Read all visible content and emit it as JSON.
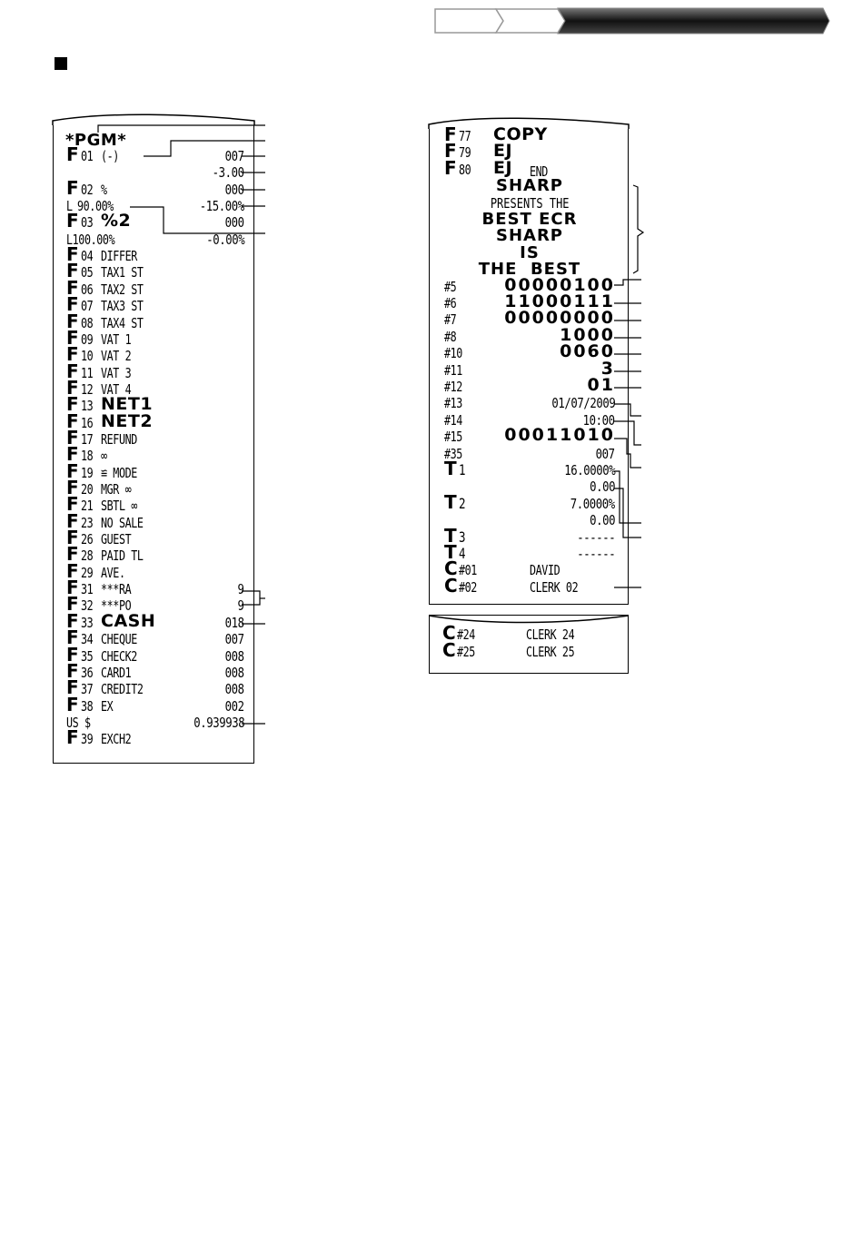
{
  "section_marker": "■",
  "left_receipt": {
    "header": "*PGM*",
    "rows": [
      {
        "key_letter": "F",
        "key_num": "01",
        "desc": "(-)",
        "bold": false,
        "value": "007"
      },
      {
        "key_letter": "",
        "key_num": "",
        "desc": "",
        "bold": false,
        "value": "-3.00"
      },
      {
        "key_letter": "F",
        "key_num": "02",
        "desc": "%",
        "bold": false,
        "value": "000"
      },
      {
        "key_letter": "",
        "key_num": "L",
        "desc": "90.00%",
        "bold": false,
        "value": "-15.00%"
      },
      {
        "key_letter": "F",
        "key_num": "03",
        "desc": "%2",
        "bold": true,
        "value": "000"
      },
      {
        "key_letter": "",
        "key_num": "L100.00%",
        "desc": "",
        "bold": false,
        "value": "-0.00%"
      },
      {
        "key_letter": "F",
        "key_num": "04",
        "desc": "DIFFER",
        "bold": false,
        "value": ""
      },
      {
        "key_letter": "F",
        "key_num": "05",
        "desc": "TAX1 ST",
        "bold": false,
        "value": ""
      },
      {
        "key_letter": "F",
        "key_num": "06",
        "desc": "TAX2 ST",
        "bold": false,
        "value": ""
      },
      {
        "key_letter": "F",
        "key_num": "07",
        "desc": "TAX3 ST",
        "bold": false,
        "value": ""
      },
      {
        "key_letter": "F",
        "key_num": "08",
        "desc": "TAX4 ST",
        "bold": false,
        "value": ""
      },
      {
        "key_letter": "F",
        "key_num": "09",
        "desc": "VAT 1",
        "bold": false,
        "value": ""
      },
      {
        "key_letter": "F",
        "key_num": "10",
        "desc": "VAT 2",
        "bold": false,
        "value": ""
      },
      {
        "key_letter": "F",
        "key_num": "11",
        "desc": "VAT 3",
        "bold": false,
        "value": ""
      },
      {
        "key_letter": "F",
        "key_num": "12",
        "desc": "VAT 4",
        "bold": false,
        "value": ""
      },
      {
        "key_letter": "F",
        "key_num": "13",
        "desc": "NET1",
        "bold": true,
        "value": ""
      },
      {
        "key_letter": "F",
        "key_num": "16",
        "desc": "NET2",
        "bold": true,
        "value": ""
      },
      {
        "key_letter": "F",
        "key_num": "17",
        "desc": "REFUND",
        "bold": false,
        "value": ""
      },
      {
        "key_letter": "F",
        "key_num": "18",
        "desc": "∞",
        "bold": false,
        "value": ""
      },
      {
        "key_letter": "F",
        "key_num": "19",
        "desc": "≌ MODE",
        "bold": false,
        "value": ""
      },
      {
        "key_letter": "F",
        "key_num": "20",
        "desc": "MGR ∞",
        "bold": false,
        "value": ""
      },
      {
        "key_letter": "F",
        "key_num": "21",
        "desc": "SBTL ∞",
        "bold": false,
        "value": ""
      },
      {
        "key_letter": "F",
        "key_num": "23",
        "desc": "NO SALE",
        "bold": false,
        "value": ""
      },
      {
        "key_letter": "F",
        "key_num": "26",
        "desc": "GUEST",
        "bold": false,
        "value": ""
      },
      {
        "key_letter": "F",
        "key_num": "28",
        "desc": "PAID TL",
        "bold": false,
        "value": ""
      },
      {
        "key_letter": "F",
        "key_num": "29",
        "desc": "AVE.",
        "bold": false,
        "value": ""
      },
      {
        "key_letter": "F",
        "key_num": "31",
        "desc": "***RA",
        "bold": false,
        "value": "9"
      },
      {
        "key_letter": "F",
        "key_num": "32",
        "desc": "***PO",
        "bold": false,
        "value": "9"
      },
      {
        "key_letter": "F",
        "key_num": "33",
        "desc": "CASH",
        "bold": true,
        "value": "018"
      },
      {
        "key_letter": "F",
        "key_num": "34",
        "desc": "CHEQUE",
        "bold": false,
        "value": "007"
      },
      {
        "key_letter": "F",
        "key_num": "35",
        "desc": "CHECK2",
        "bold": false,
        "value": "008"
      },
      {
        "key_letter": "F",
        "key_num": "36",
        "desc": "CARD1",
        "bold": false,
        "value": "008"
      },
      {
        "key_letter": "F",
        "key_num": "37",
        "desc": "CREDIT2",
        "bold": false,
        "value": "008"
      },
      {
        "key_letter": "F",
        "key_num": "38",
        "desc": "EX",
        "bold": false,
        "value": "002"
      },
      {
        "key_letter": "",
        "key_num": "US $",
        "desc": "",
        "bold": false,
        "value": "0.939938"
      },
      {
        "key_letter": "F",
        "key_num": "39",
        "desc": "EXCH2",
        "bold": false,
        "value": ""
      }
    ]
  },
  "right_receipt": {
    "func_rows": [
      {
        "key_letter": "F",
        "key_num": "77",
        "desc": "COPY",
        "suffix": ""
      },
      {
        "key_letter": "F",
        "key_num": "79",
        "desc": "EJ",
        "suffix": ""
      },
      {
        "key_letter": "F",
        "key_num": "80",
        "desc": "EJ",
        "suffix": "END"
      }
    ],
    "message": [
      "SHARP",
      "PRESENTS THE",
      "BEST ECR",
      "SHARP",
      "IS",
      "THE  BEST"
    ],
    "param_rows": [
      {
        "key": "#5",
        "value": "00000100",
        "big": true
      },
      {
        "key": "#6",
        "value": "11000111",
        "big": true
      },
      {
        "key": "#7",
        "value": "00000000",
        "big": true
      },
      {
        "key": "#8",
        "value": "1000",
        "big": true
      },
      {
        "key": "#10",
        "value": "0060",
        "big": true
      },
      {
        "key": "#11",
        "value": "3",
        "big": true
      },
      {
        "key": "#12",
        "value": "01",
        "big": true
      },
      {
        "key": "#13",
        "value": "01/07/2009",
        "big": false
      },
      {
        "key": "#14",
        "value": "10:00",
        "big": false
      },
      {
        "key": "#15",
        "value": "00011010",
        "big": true
      },
      {
        "key": "#35",
        "value": "007",
        "big": false
      }
    ],
    "tax_rows": [
      {
        "key_letter": "T",
        "key_num": "1",
        "value": "16.0000%"
      },
      {
        "key_letter": "",
        "key_num": "",
        "value": "0.00"
      },
      {
        "key_letter": "T",
        "key_num": "2",
        "value": "7.0000%"
      },
      {
        "key_letter": "",
        "key_num": "",
        "value": "0.00"
      },
      {
        "key_letter": "T",
        "key_num": "3",
        "value": "------"
      },
      {
        "key_letter": "T",
        "key_num": "4",
        "value": "------"
      }
    ],
    "clerk_rows": [
      {
        "key_letter": "C",
        "key_num": "#01",
        "name": "DAVID"
      },
      {
        "key_letter": "C",
        "key_num": "#02",
        "name": "CLERK 02"
      }
    ]
  },
  "lower_receipt": {
    "clerk_rows": [
      {
        "key_letter": "C",
        "key_num": "#24",
        "name": "CLERK 24"
      },
      {
        "key_letter": "C",
        "key_num": "#25",
        "name": "CLERK 25"
      }
    ]
  }
}
